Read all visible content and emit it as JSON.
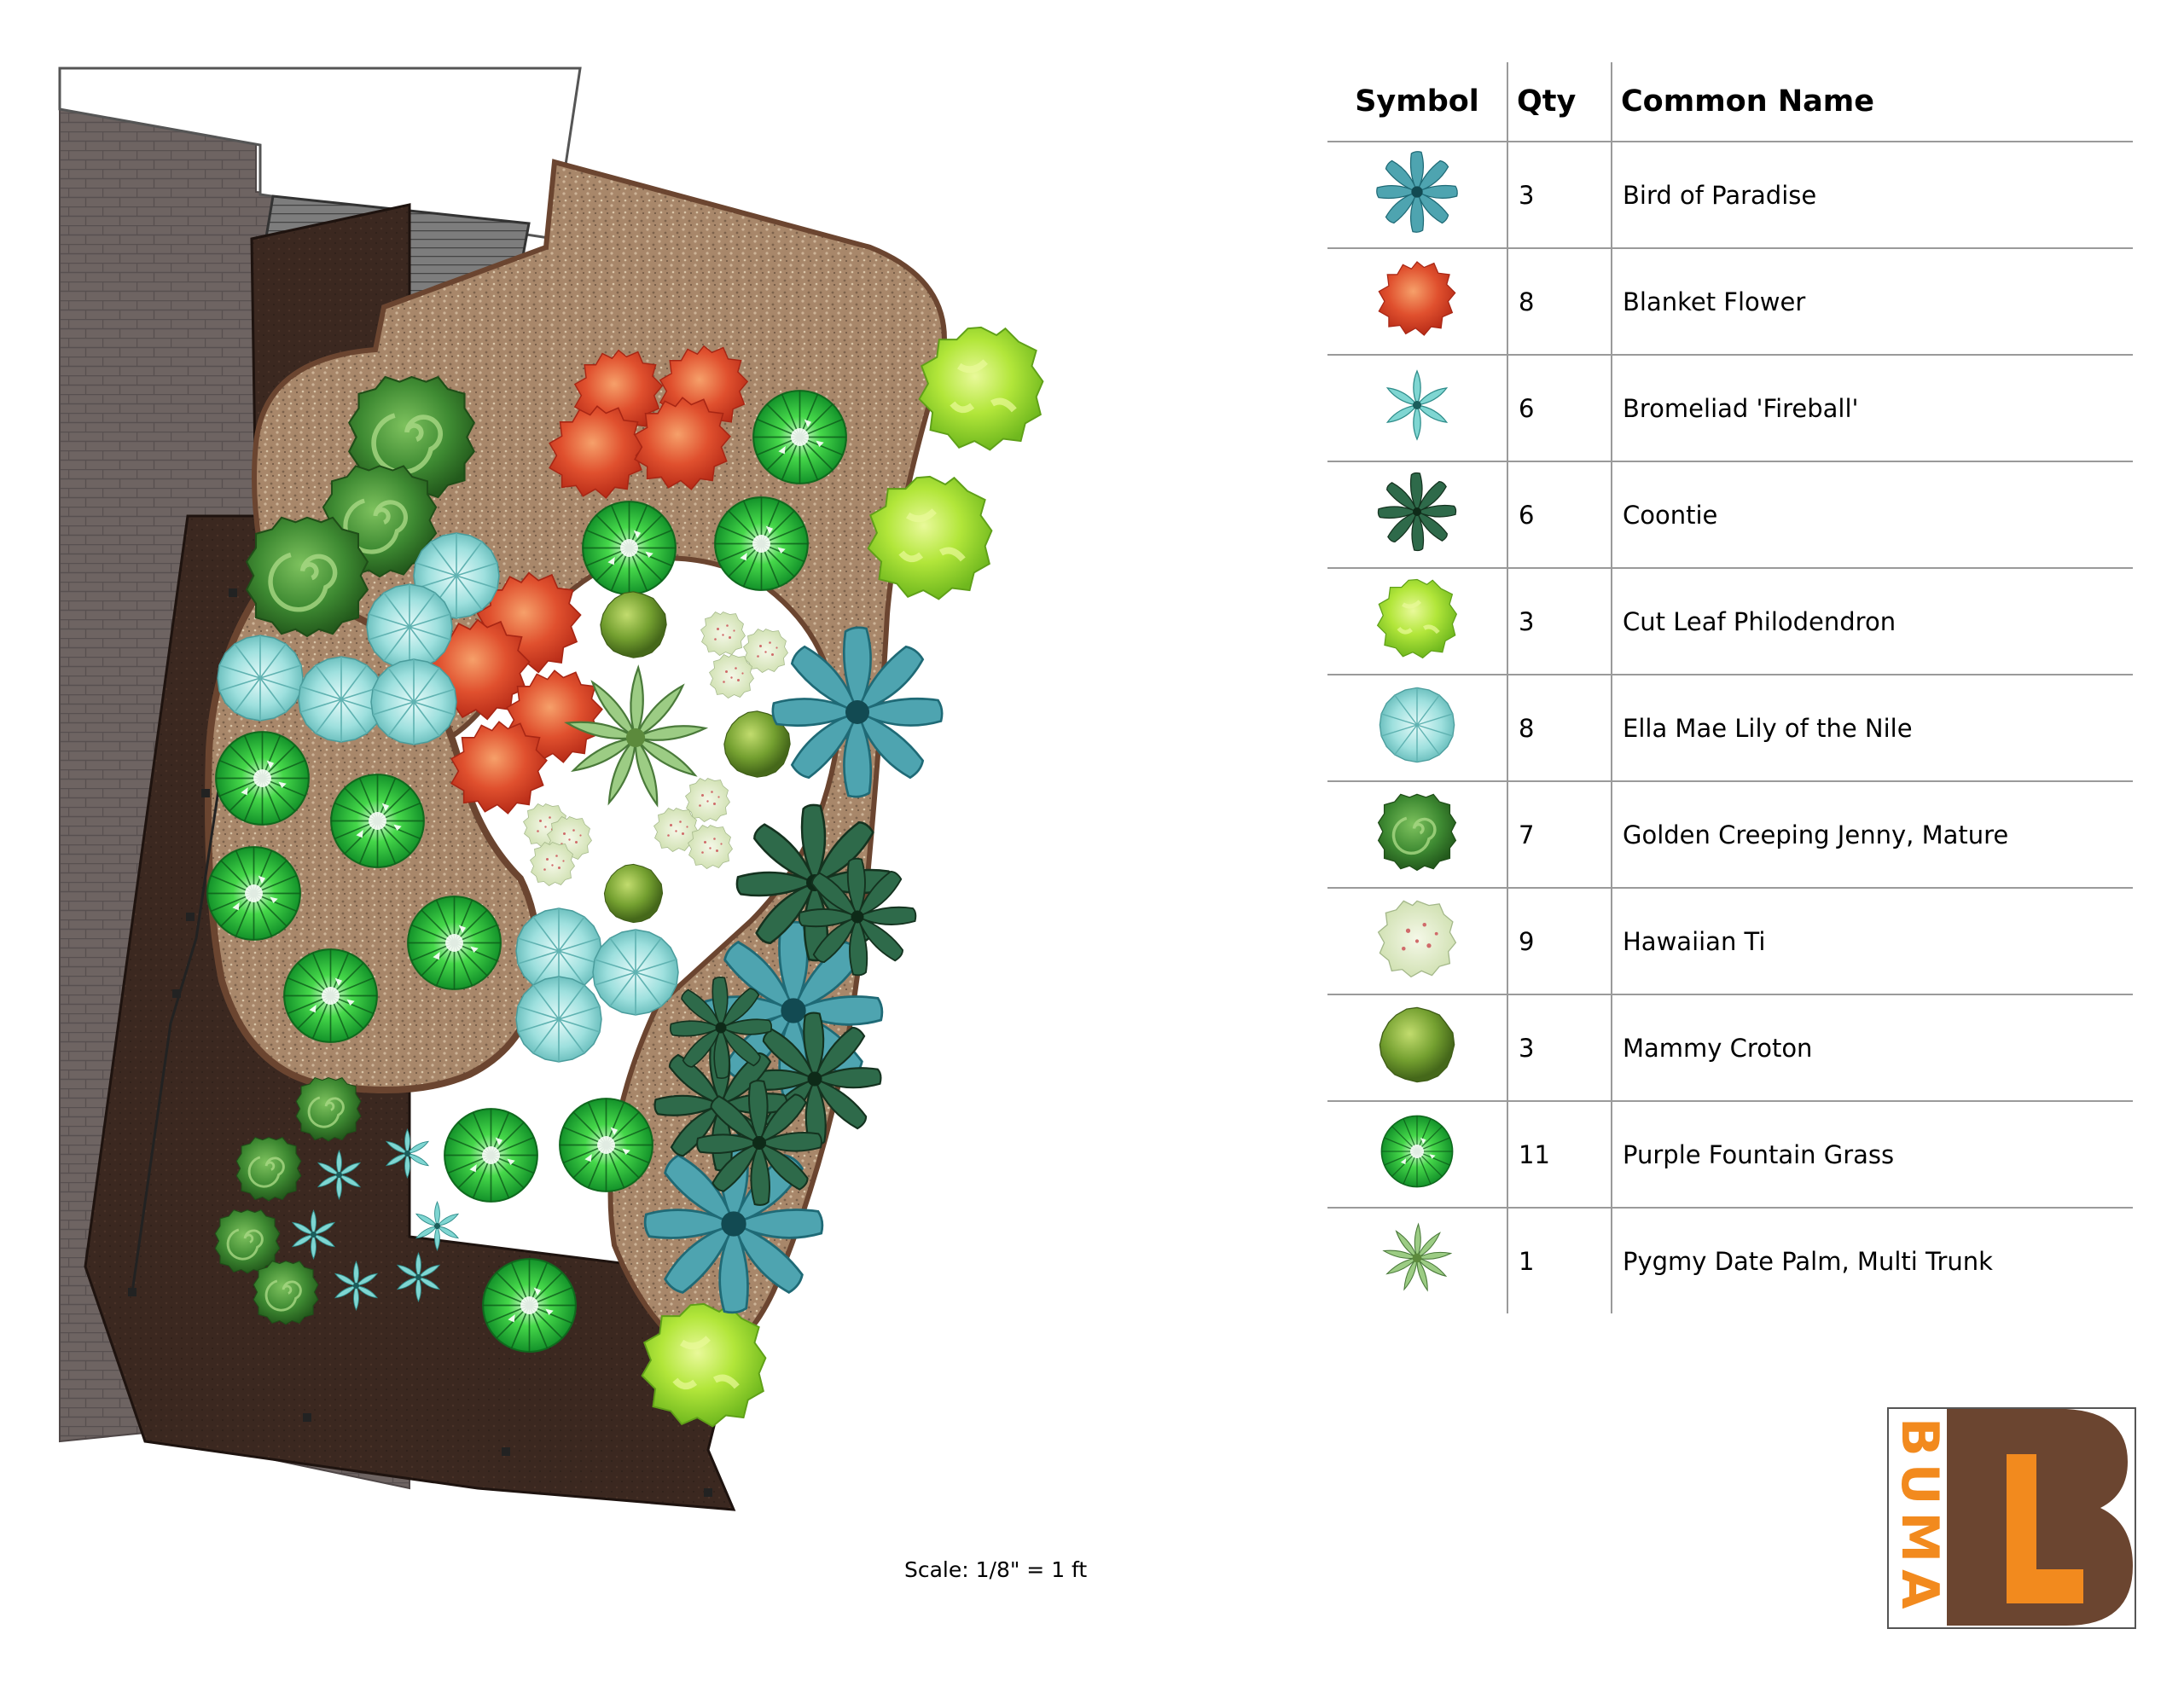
{
  "legend": {
    "headers": {
      "symbol": "Symbol",
      "qty": "Qty",
      "name": "Common Name"
    },
    "rows": [
      {
        "qty": "3",
        "name": "Bird of Paradise",
        "icon": "bird-of-paradise-icon",
        "color": "#2f8f98"
      },
      {
        "qty": "8",
        "name": "Blanket Flower",
        "icon": "blanket-flower-icon",
        "color": "#d4432a"
      },
      {
        "qty": "6",
        "name": "Bromeliad 'Fireball'",
        "icon": "bromeliad-icon",
        "color": "#6fd0cc"
      },
      {
        "qty": "6",
        "name": "Coontie",
        "icon": "coontie-icon",
        "color": "#1f4a30"
      },
      {
        "qty": "3",
        "name": "Cut Leaf Philodendron",
        "icon": "philodendron-icon",
        "color": "#a8e030"
      },
      {
        "qty": "8",
        "name": "Ella Mae Lily of the Nile",
        "icon": "lily-of-the-nile-icon",
        "color": "#9ee0de"
      },
      {
        "qty": "7",
        "name": "Golden Creeping Jenny, Mature",
        "icon": "creeping-jenny-icon",
        "color": "#3e8a32"
      },
      {
        "qty": "9",
        "name": "Hawaiian Ti",
        "icon": "hawaiian-ti-icon",
        "color": "#e4ecd2"
      },
      {
        "qty": "3",
        "name": "Mammy Croton",
        "icon": "mammy-croton-icon",
        "color": "#74a030"
      },
      {
        "qty": "11",
        "name": "Purple Fountain Grass",
        "icon": "fountain-grass-icon",
        "color": "#2ec43a"
      },
      {
        "qty": "1",
        "name": "Pygmy Date Palm, Multi Trunk",
        "icon": "pygmy-date-palm-icon",
        "color": "#8cb87a"
      }
    ]
  },
  "scale_note": "Scale: 1/8\" = 1 ft",
  "logo": {
    "text": "BUMA",
    "brand_orange": "#f28a1e",
    "brand_brown": "#6b4530"
  },
  "colors": {
    "house_brick": "#6e6462",
    "mulch": "#3b2820",
    "gravel": "#a8876a",
    "bed_edge": "#6b4530"
  }
}
